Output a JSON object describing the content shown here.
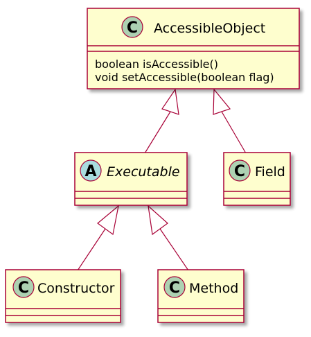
{
  "diagram": {
    "type": "uml-class",
    "colors": {
      "box_fill": "#fefece",
      "box_border": "#a80036",
      "edge": "#a80036",
      "class_badge": "#add1b2",
      "abstract_badge": "#a9dcdf",
      "text": "#000000"
    },
    "classes": {
      "accessible_object": {
        "badge": "C",
        "name": "AccessibleObject",
        "methods": [
          "boolean isAccessible()",
          "void setAccessible(boolean flag)"
        ]
      },
      "executable": {
        "badge": "A",
        "name": "Executable",
        "abstract": true
      },
      "field": {
        "badge": "C",
        "name": "Field"
      },
      "constructor": {
        "badge": "C",
        "name": "Constructor"
      },
      "method": {
        "badge": "C",
        "name": "Method"
      }
    },
    "relations": [
      {
        "child": "Executable",
        "parent": "AccessibleObject",
        "kind": "generalization"
      },
      {
        "child": "Field",
        "parent": "AccessibleObject",
        "kind": "generalization"
      },
      {
        "child": "Constructor",
        "parent": "Executable",
        "kind": "generalization"
      },
      {
        "child": "Method",
        "parent": "Executable",
        "kind": "generalization"
      }
    ]
  }
}
